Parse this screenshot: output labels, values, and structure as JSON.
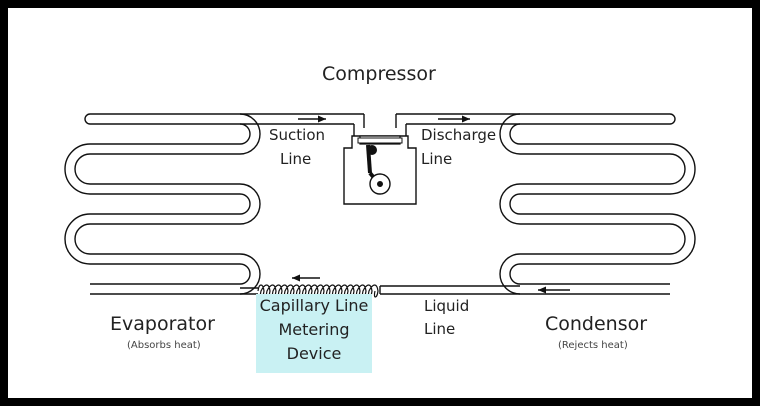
{
  "labels": {
    "compressor": "Compressor",
    "suction_line": [
      "Suction",
      "Line"
    ],
    "discharge_line": [
      "Discharge",
      "Line"
    ],
    "evaporator": "Evaporator",
    "evaporator_note": "(Absorbs heat)",
    "capillary": [
      "Capillary Line",
      "Metering",
      "Device"
    ],
    "liquid_line": [
      "Liquid",
      "Line"
    ],
    "condensor": "Condensor",
    "condensor_note": "(Rejects heat)"
  },
  "colors": {
    "background": "#000000",
    "panel": "#ffffff",
    "line": "#111111",
    "capillary_highlight": "#c9f1f3"
  }
}
